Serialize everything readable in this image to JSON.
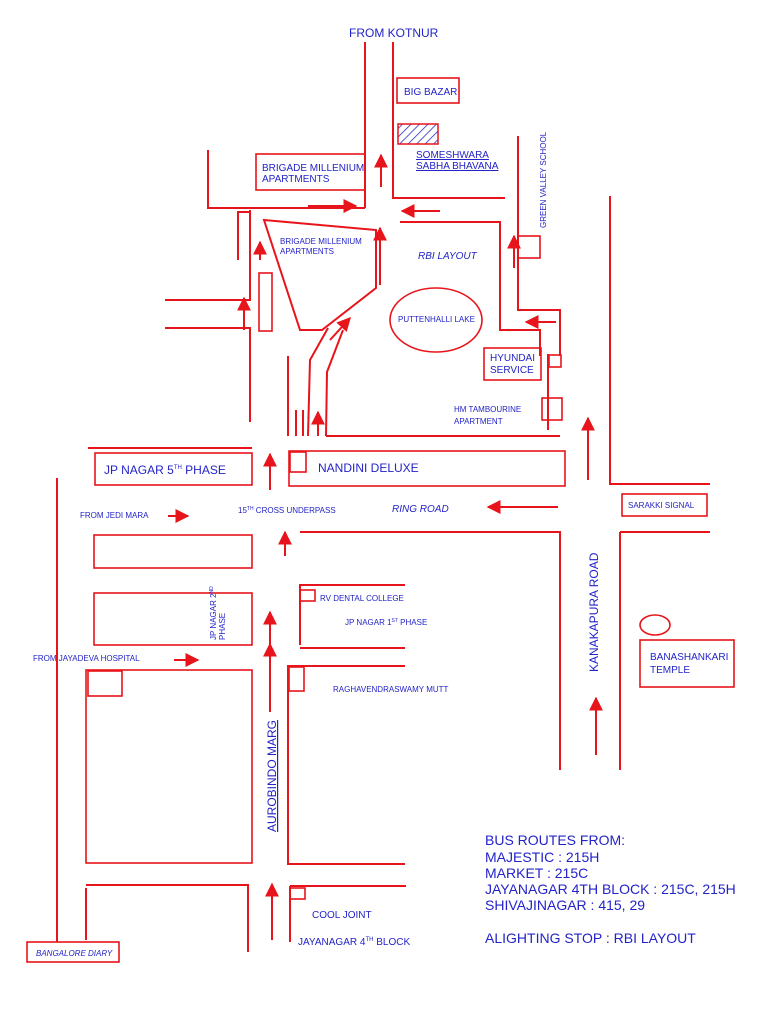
{
  "colors": {
    "road": "#e8141b",
    "text": "#2323c8",
    "background": "#ffffff"
  },
  "labels": {
    "from_kotnur": "FROM KOTNUR",
    "big_bazar": "BIG BAZAR",
    "someshwara_1": "SOMESHWARA",
    "someshwara_2": "SABHA BHAVANA",
    "green_valley_school": "GREEN VALLEY SCHOOL",
    "brigade_top_1": "BRIGADE MILLENIUM",
    "brigade_top_2": "APARTMENTS",
    "brigade_inner_1": "BRIGADE MILLENIUM",
    "brigade_inner_2": "APARTMENTS",
    "rbi_layout": "RBI LAYOUT",
    "puttenhalli_lake": "PUTTENHALLI LAKE",
    "hyundai_1": "HYUNDAI",
    "hyundai_2": "SERVICE",
    "hm_tambourine_1": "HM TAMBOURINE",
    "hm_tambourine_2": "APARTMENT",
    "jp_nagar_5th": "JP NAGAR 5",
    "jp_nagar_5th_sup": "TH",
    "jp_nagar_5th_phase": " PHASE",
    "nandini_deluxe": "NANDINI DELUXE",
    "from_jedi_mara": "FROM JEDI MARA",
    "cross_underpass_1": "15",
    "cross_underpass_sup": "TH",
    "cross_underpass_2": " CROSS UNDERPASS",
    "ring_road": "RING ROAD",
    "sarakki_signal": "SARAKKI SIGNAL",
    "kanakapura_road": "KANAKAPURA ROAD",
    "rv_dental_college": "RV DENTAL COLLEGE",
    "jp_nagar_1st_1": "JP NAGAR 1",
    "jp_nagar_1st_sup": "ST",
    "jp_nagar_1st_2": " PHASE",
    "jp_nagar_2nd_1": "JP NAGAR 2",
    "jp_nagar_2nd_sup": "ND",
    "jp_nagar_2nd_2": "PHASE",
    "from_jayadeva": "FROM JAYADEVA HOSPITAL",
    "raghavendra_mutt": "RAGHAVENDRASWAMY MUTT",
    "banashankari_1": "BANASHANKARI",
    "banashankari_2": "TEMPLE",
    "aurobindo_marg": "AUROBINDO MARG",
    "cool_joint": "COOL JOINT",
    "jayanagar_1": "JAYANAGAR 4",
    "jayanagar_sup": "TH",
    "jayanagar_2": " BLOCK",
    "bangalore_diary": "BANGALORE DIARY"
  },
  "bus_routes": {
    "heading": "BUS ROUTES FROM:",
    "lines": [
      "MAJESTIC : 215H",
      "MARKET : 215C",
      "JAYANAGAR 4TH BLOCK : 215C, 215H",
      "SHIVAJINAGAR : 415, 29"
    ],
    "alighting": "ALIGHTING STOP : RBI LAYOUT"
  }
}
